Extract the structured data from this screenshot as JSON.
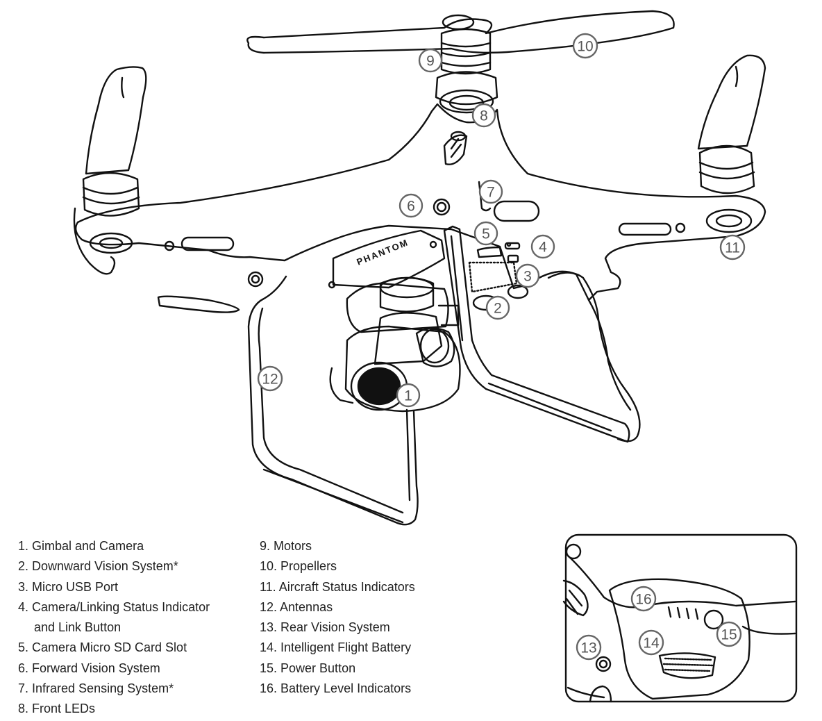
{
  "diagram": {
    "body_text": "PHANTOM",
    "callouts": [
      "1",
      "2",
      "3",
      "4",
      "5",
      "6",
      "7",
      "8",
      "9",
      "10",
      "11",
      "12",
      "13",
      "14",
      "15",
      "16"
    ]
  },
  "legend": {
    "left": [
      "1. Gimbal and Camera",
      "2. Downward Vision System*",
      "3. Micro USB Port",
      "4. Camera/Linking Status Indicator",
      "and Link Button",
      "5. Camera Micro SD Card Slot",
      "6. Forward Vision System",
      "7. Infrared Sensing System*",
      "8. Front LEDs"
    ],
    "right": [
      "9. Motors",
      "10. Propellers",
      "11. Aircraft Status Indicators",
      "12. Antennas",
      "13. Rear Vision System",
      "14. Intelligent Flight Battery",
      "15. Power Button",
      "16. Battery Level Indicators"
    ]
  },
  "colors": {
    "line": "#111111",
    "callout": "#555555",
    "background": "#ffffff"
  }
}
